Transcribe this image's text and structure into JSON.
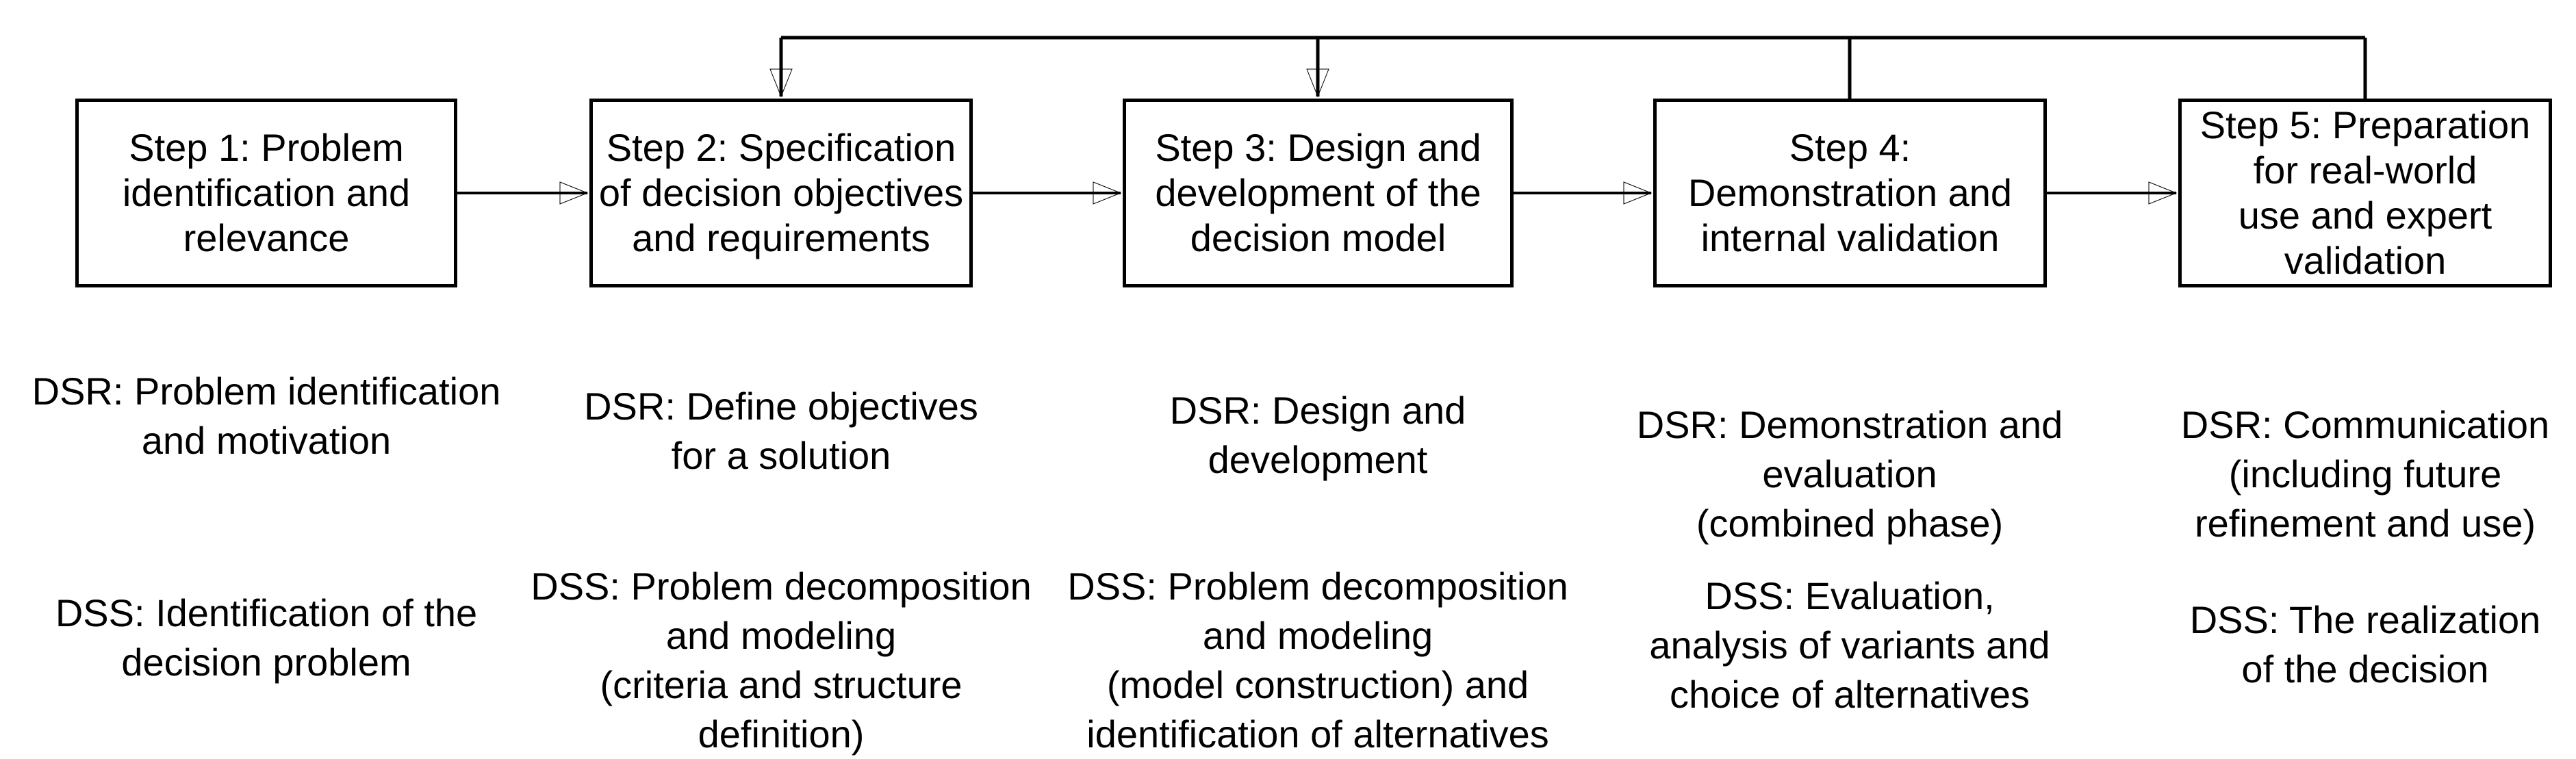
{
  "diagram": {
    "colors": {
      "line": "#000000",
      "text": "#000000",
      "box_fill": "#ffffff",
      "background": "#ffffff"
    },
    "steps": [
      {
        "box_label": "Step 1: Problem\nidentification and\nrelevance",
        "dsr": "DSR: Problem identification\nand motivation",
        "dss": "DSS: Identification of the\ndecision problem"
      },
      {
        "box_label": "Step 2: Specification\nof decision objectives\nand requirements",
        "dsr": "DSR: Define objectives\nfor a solution",
        "dss": "DSS: Problem decomposition\nand modeling\n(criteria and structure\ndefinition)"
      },
      {
        "box_label": "Step 3: Design and\ndevelopment of the\ndecision model",
        "dsr": "DSR: Design and\ndevelopment",
        "dss": "DSS: Problem decomposition\nand modeling\n(model construction) and\nidentification of alternatives"
      },
      {
        "box_label": "Step 4:\nDemonstration and\ninternal validation",
        "dsr": "DSR: Demonstration and\nevaluation\n(combined phase)",
        "dss": "DSS: Evaluation,\nanalysis of variants and\nchoice of alternatives"
      },
      {
        "box_label": "Step 5: Preparation\nfor real-world\nuse and expert\nvalidation",
        "dsr": "DSR: Communication\n(including future\nrefinement and use)",
        "dss": "DSS: The realization\nof the decision"
      }
    ]
  }
}
